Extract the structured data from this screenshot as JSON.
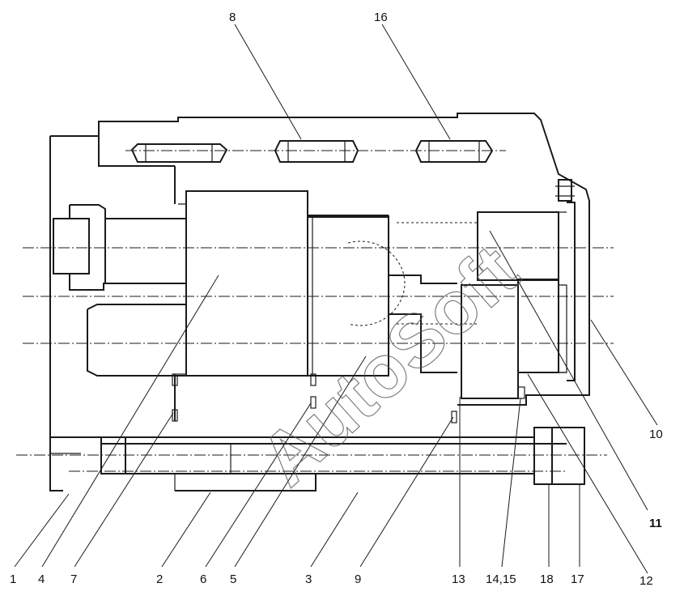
{
  "watermark": "AutoSoft",
  "callouts": {
    "top": [
      "8",
      "16"
    ],
    "bottom": [
      "1",
      "4",
      "7",
      "2",
      "6",
      "5",
      "3",
      "9",
      "13",
      "14,15",
      "18",
      "17",
      "12"
    ],
    "right": [
      "10",
      "11"
    ]
  }
}
